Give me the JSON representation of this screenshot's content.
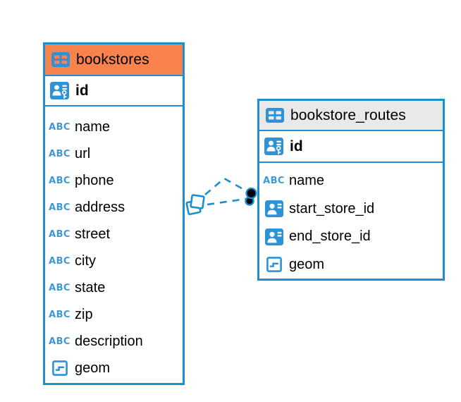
{
  "diagram": {
    "type": "entity-relationship",
    "background": "#ffffff"
  },
  "colors": {
    "table_border": "#1A8FD1",
    "header_orange": "#F8834D",
    "header_gray": "#E9E9E9",
    "icon_blue": "#2E92D6",
    "abc_blue": "#3F97D3",
    "relation_line": "#1A8FD1",
    "dot_marker_fill": "#000000",
    "text": "#000000"
  },
  "icons": {
    "text_type": "ABC",
    "table_icon": "table-grid",
    "primary_key_icon": "person-key",
    "reference_icon": "person-lines",
    "geometry_icon": "square-polyline"
  },
  "tables": [
    {
      "name": "bookstores",
      "header_style": "orange",
      "primary_key": {
        "name": "id"
      },
      "fields": [
        {
          "name": "name",
          "type": "text"
        },
        {
          "name": "url",
          "type": "text"
        },
        {
          "name": "phone",
          "type": "text"
        },
        {
          "name": "address",
          "type": "text"
        },
        {
          "name": "street",
          "type": "text"
        },
        {
          "name": "city",
          "type": "text"
        },
        {
          "name": "state",
          "type": "text"
        },
        {
          "name": "zip",
          "type": "text"
        },
        {
          "name": "description",
          "type": "text"
        },
        {
          "name": "geom",
          "type": "geometry"
        }
      ]
    },
    {
      "name": "bookstore_routes",
      "header_style": "gray",
      "primary_key": {
        "name": "id"
      },
      "fields": [
        {
          "name": "name",
          "type": "text"
        },
        {
          "name": "start_store_id",
          "type": "reference"
        },
        {
          "name": "end_store_id",
          "type": "reference"
        },
        {
          "name": "geom",
          "type": "geometry"
        }
      ]
    }
  ],
  "relations": [
    {
      "from_table": "bookstores",
      "to_table": "bookstore_routes",
      "line_style": "dashed",
      "source_marker": "diamond",
      "target_marker": "dot"
    },
    {
      "from_table": "bookstores",
      "to_table": "bookstore_routes",
      "line_style": "dashed",
      "source_marker": "diamond",
      "target_marker": "dot"
    }
  ]
}
